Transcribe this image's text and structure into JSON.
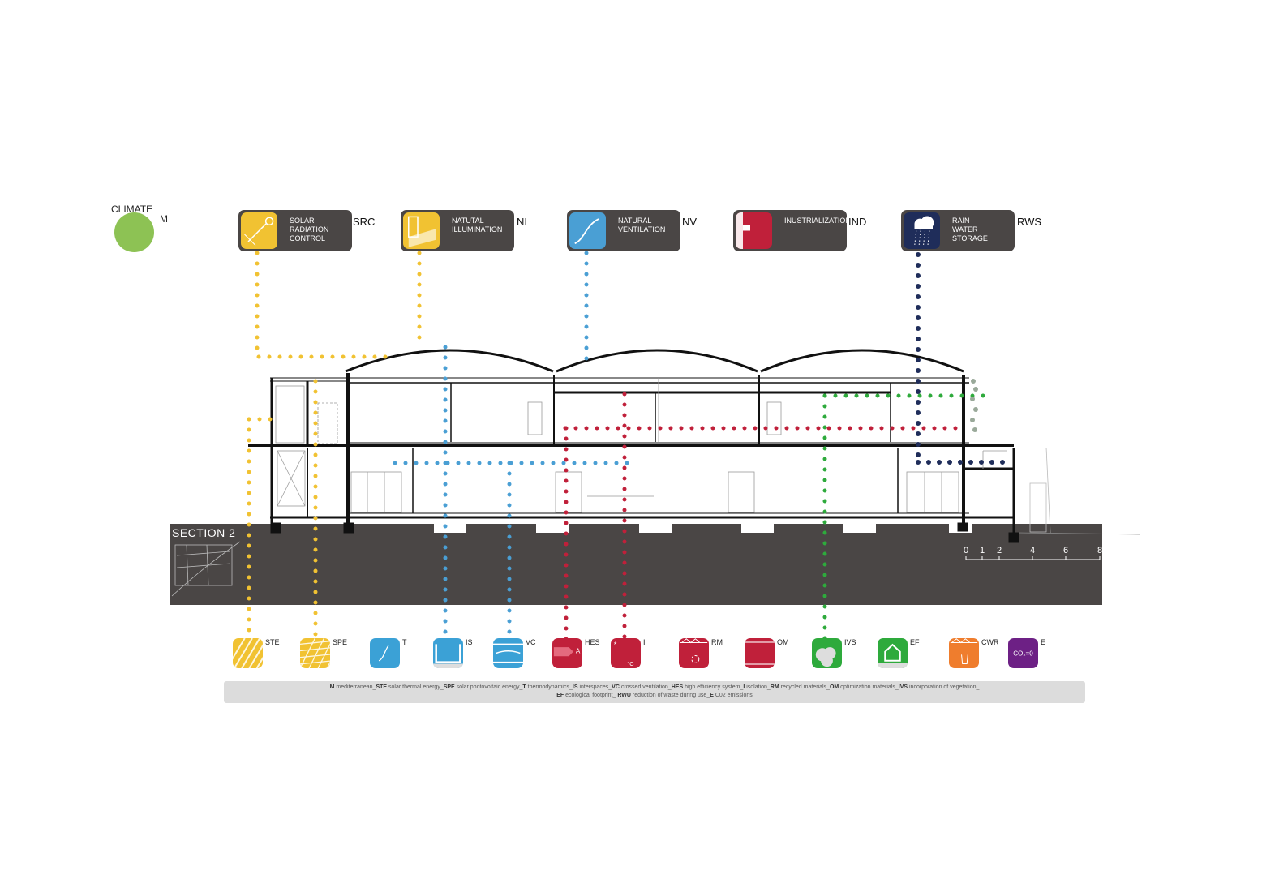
{
  "climate": {
    "label": "CLIMATE",
    "code": "M",
    "color": "#8dc254"
  },
  "categories": [
    {
      "code": "SRC",
      "name": "SOLAR\nRADIATION\nCONTROL",
      "color": "#f1c232",
      "icon": "sun-radiation-icon"
    },
    {
      "code": "NI",
      "name": "NATUTAL\nILLUMINATION",
      "color": "#f1c232",
      "icon": "window-light-icon"
    },
    {
      "code": "NV",
      "name": "NATURAL\nVENTILATION",
      "color": "#4a9fd4",
      "icon": "air-flow-icon"
    },
    {
      "code": "IND",
      "name": "INUSTRIALIZATION",
      "color": "#c0203a",
      "icon": "prefab-panel-icon"
    },
    {
      "code": "RWS",
      "name": "RAIN\nWATER\nSTORAGE",
      "color": "#1f2d5a",
      "icon": "rain-cloud-icon"
    }
  ],
  "section": {
    "label": "SECTION  2"
  },
  "scale": {
    "ticks": [
      "0",
      "1",
      "2",
      "4",
      "6",
      "8"
    ]
  },
  "strategies": [
    {
      "code": "STE",
      "color": "#f1c232",
      "icon": "solar-thermal-icon"
    },
    {
      "code": "SPE",
      "color": "#f1c232",
      "icon": "solar-panel-grid-icon"
    },
    {
      "code": "T",
      "color": "#3ba1d6",
      "icon": "thermo-curve-icon"
    },
    {
      "code": "IS",
      "color": "#3ba1d6",
      "icon": "interspace-icon"
    },
    {
      "code": "VC",
      "color": "#3ba1d6",
      "icon": "cross-ventilation-icon"
    },
    {
      "code": "HES",
      "color": "#c0203a",
      "icon": "efficiency-tag-icon",
      "glyph": "A"
    },
    {
      "code": "I",
      "color": "#c0203a",
      "icon": "insulation-temperature-icon",
      "glyph": "°C"
    },
    {
      "code": "RM",
      "color": "#c0203a",
      "icon": "recycle-icon"
    },
    {
      "code": "OM",
      "color": "#c0203a",
      "icon": "material-panel-icon"
    },
    {
      "code": "IVS",
      "color": "#2eaa3c",
      "icon": "vegetation-icon"
    },
    {
      "code": "EF",
      "color": "#2eaa3c",
      "icon": "house-footprint-icon"
    },
    {
      "code": "CWR",
      "color": "#ef7d2d",
      "icon": "waste-bin-icon"
    },
    {
      "code": "E",
      "color": "#6d2085",
      "icon": "co2-icon",
      "glyph": "CO₂=0"
    }
  ],
  "legend": {
    "line1": [
      {
        "code": "M",
        "text": " mediterranean_"
      },
      {
        "code": "STE",
        "text": " solar thermal energy_"
      },
      {
        "code": "SPE",
        "text": " solar photovoltaic energy_"
      },
      {
        "code": "T",
        "text": " thermodynamics_"
      },
      {
        "code": "IS",
        "text": " interspaces_"
      },
      {
        "code": "VC",
        "text": " crossed ventilation_"
      },
      {
        "code": "HES",
        "text": " high efficiency system_"
      },
      {
        "code": "I",
        "text": " isolation_"
      },
      {
        "code": "RM",
        "text": " recycled materials_"
      },
      {
        "code": "OM",
        "text": " optimization materials_"
      },
      {
        "code": "IVS",
        "text": " incorporation of vegetation_"
      }
    ],
    "line2": [
      {
        "code": "EF",
        "text": " ecological footprint_ "
      },
      {
        "code": "RWU",
        "text": " reduction of waste during use_"
      },
      {
        "code": "E",
        "text": " C02 emissions"
      }
    ]
  }
}
